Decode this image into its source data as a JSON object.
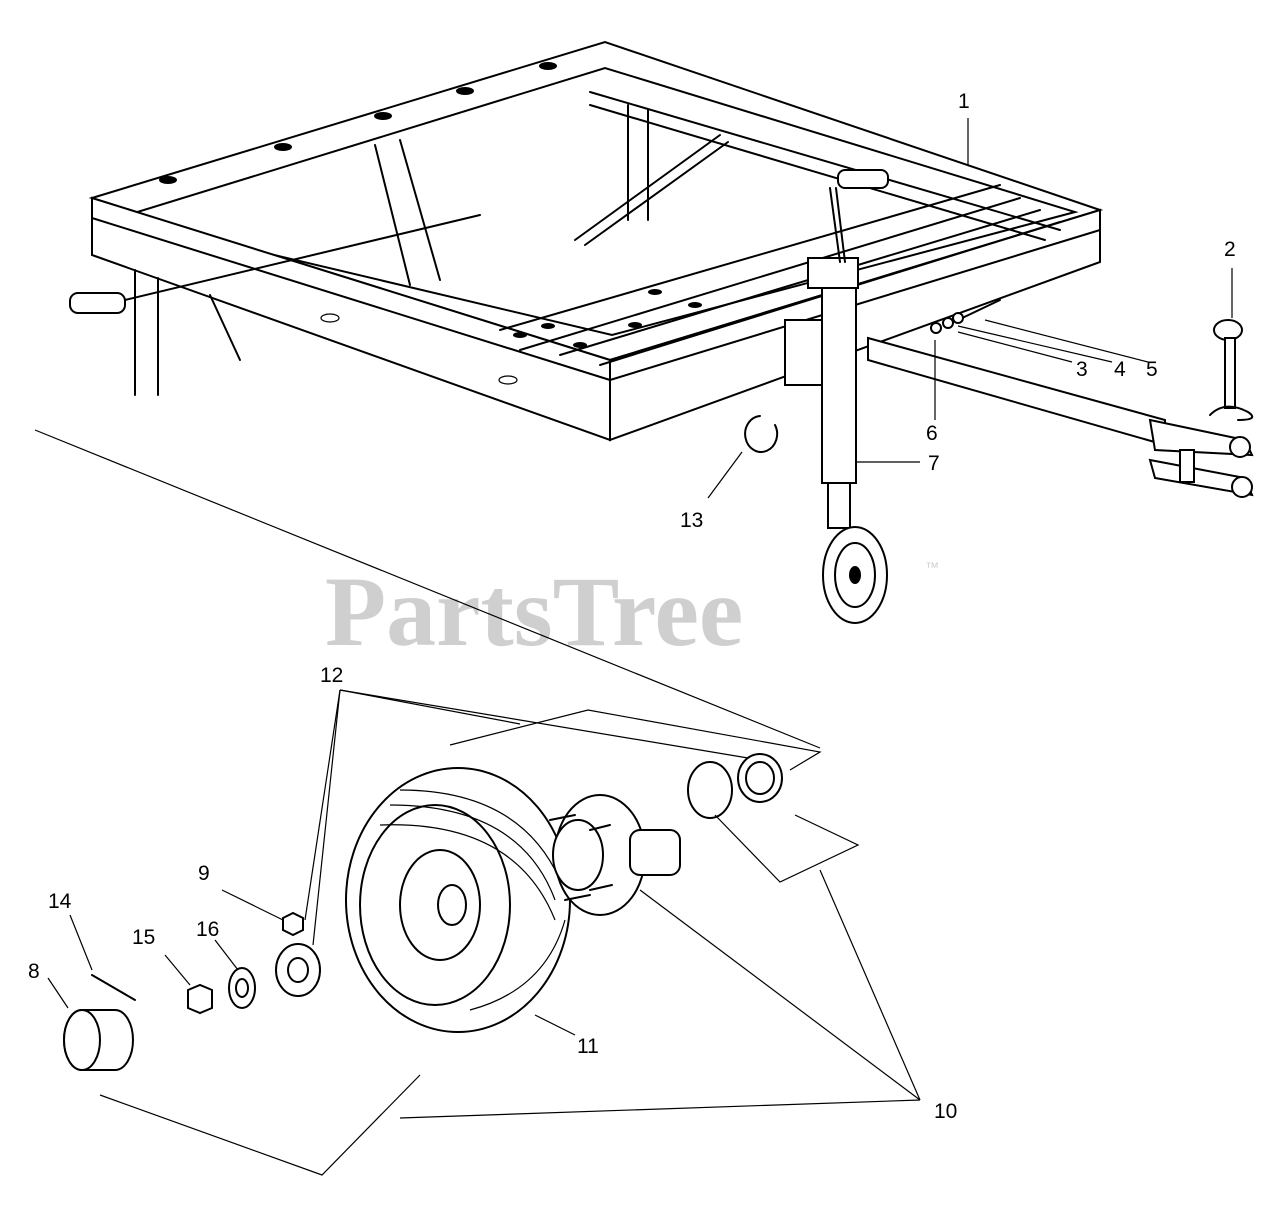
{
  "watermark": {
    "text": "PartsTree",
    "trademark": "™"
  },
  "callouts": [
    {
      "id": "c1",
      "label": "1"
    },
    {
      "id": "c2",
      "label": "2"
    },
    {
      "id": "c3",
      "label": "3"
    },
    {
      "id": "c4",
      "label": "4"
    },
    {
      "id": "c5",
      "label": "5"
    },
    {
      "id": "c6",
      "label": "6"
    },
    {
      "id": "c7",
      "label": "7"
    },
    {
      "id": "c8",
      "label": "8"
    },
    {
      "id": "c9",
      "label": "9"
    },
    {
      "id": "c10",
      "label": "10"
    },
    {
      "id": "c11",
      "label": "11"
    },
    {
      "id": "c12",
      "label": "12"
    },
    {
      "id": "c13",
      "label": "13"
    },
    {
      "id": "c14",
      "label": "14"
    },
    {
      "id": "c15",
      "label": "15"
    },
    {
      "id": "c16",
      "label": "16"
    }
  ]
}
